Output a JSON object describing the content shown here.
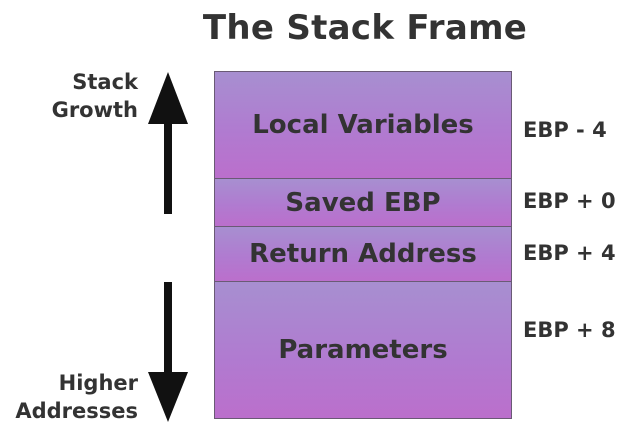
{
  "title": "The Stack Frame",
  "labels": {
    "stack_growth": [
      "Stack",
      "Growth"
    ],
    "higher_addresses": [
      "Higher",
      "Addresses"
    ]
  },
  "blocks": [
    {
      "label": "Local Variables",
      "offset": "EBP - 4"
    },
    {
      "label": "Saved EBP",
      "offset": "EBP + 0"
    },
    {
      "label": "Return Address",
      "offset": "EBP + 4"
    },
    {
      "label": "Parameters",
      "offset": "EBP + 8"
    }
  ],
  "colors": {
    "block_fill_top": "#a78fd0",
    "block_fill_bottom": "#bb6fcc",
    "text": "#333333",
    "arrow": "#111111"
  },
  "icons": {
    "up_arrow": "arrow-up-icon",
    "down_arrow": "arrow-down-icon"
  }
}
